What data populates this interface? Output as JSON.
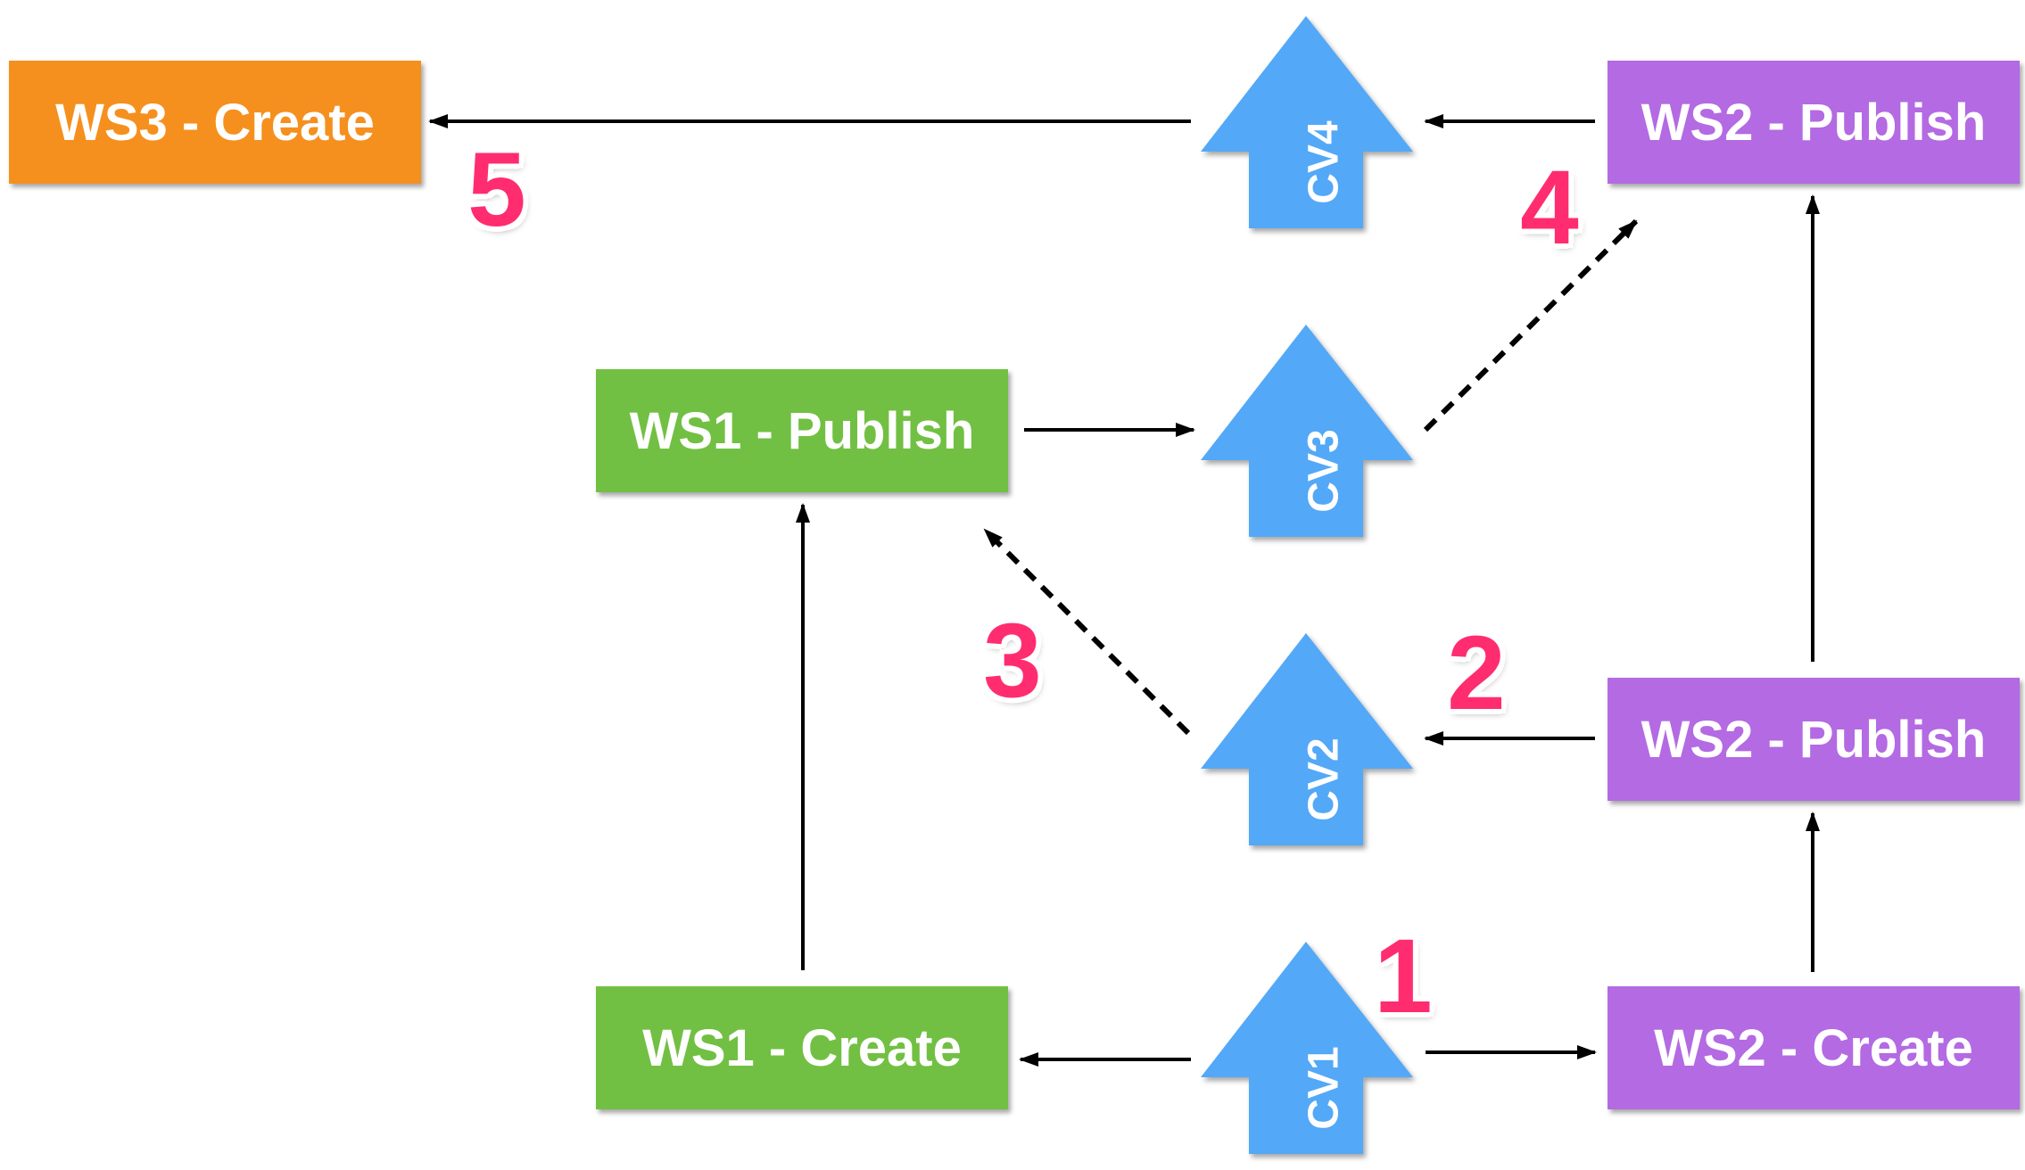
{
  "colors": {
    "green": "#72c043",
    "purple": "#b36ae3",
    "orange": "#f5901e",
    "arrow_blue": "#53a8f7",
    "step_pink": "#ff2d6f",
    "line": "#000000"
  },
  "boxes": {
    "ws3_create": "WS3 - Create",
    "ws2_publish_top": "WS2 - Publish",
    "ws1_publish": "WS1 - Publish",
    "ws2_publish_mid": "WS2 - Publish",
    "ws1_create": "WS1 - Create",
    "ws2_create": "WS2 - Create"
  },
  "content_versions": {
    "cv1": "CV1",
    "cv2": "CV2",
    "cv3": "CV3",
    "cv4": "CV4"
  },
  "steps": {
    "step1": "1",
    "step2": "2",
    "step3": "3",
    "step4": "4",
    "step5": "5"
  }
}
